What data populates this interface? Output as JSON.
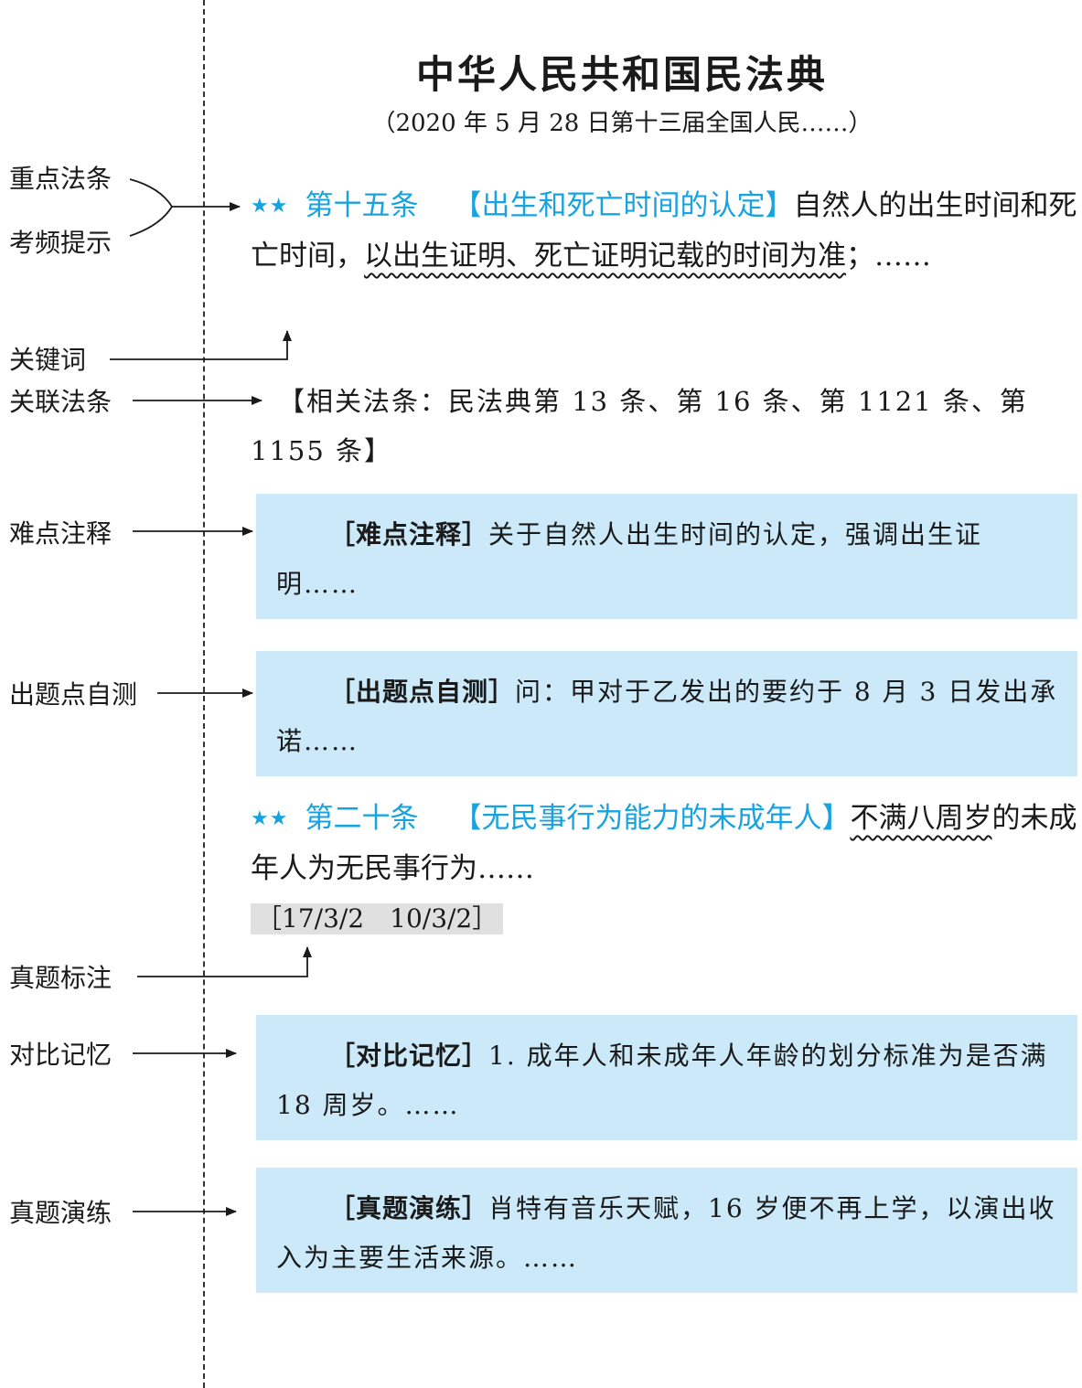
{
  "header": {
    "title": "中华人民共和国民法典",
    "subtitle": "（2020 年 5 月 28 日第十三届全国人民……）"
  },
  "legend_labels": {
    "key_article": "重点法条",
    "frequency_hint": "考频提示",
    "keyword": "关键词",
    "related_articles": "关联法条",
    "difficulty_note": "难点注释",
    "self_test": "出题点自测",
    "exam_tag": "真题标注",
    "comparison": "对比记忆",
    "practice": "真题演练"
  },
  "article15": {
    "stars": "★★",
    "number": "第十五条",
    "heading": "【出生和死亡时间的认定】",
    "text_a": "自然人的出生时间和死亡时间，",
    "keyword": "以出生证明、死亡证明记载的时间为准",
    "text_b": "；……"
  },
  "related": {
    "text": "【相关法条：民法典第 13 条、第 16 条、第 1121 条、第 1155 条】"
  },
  "note_box": {
    "title": "［难点注释］",
    "text": "关于自然人出生时间的认定，强调出生证明……"
  },
  "selftest_box": {
    "title": "［出题点自测］",
    "text": "问：甲对于乙发出的要约于 8 月 3 日发出承诺……"
  },
  "article20": {
    "stars": "★★",
    "number": "第二十条",
    "heading": "【无民事行为能力的未成年人】",
    "keyword": "不满八周岁",
    "text": "的未成年人为无民事行为……",
    "exam_tag": "［17/3/2　10/3/2］"
  },
  "compare_box": {
    "title": "［对比记忆］",
    "text": "1. 成年人和未成年人年龄的划分标准为是否满 18 周岁。……"
  },
  "practice_box": {
    "title": "［真题演练］",
    "text": "肖特有音乐天赋，16 岁便不再上学，以演出收入为主要生活来源。……"
  },
  "colors": {
    "accent_blue": "#17a3e0",
    "box_fill": "#cbe9f8",
    "tag_fill": "#e0e0e0"
  }
}
